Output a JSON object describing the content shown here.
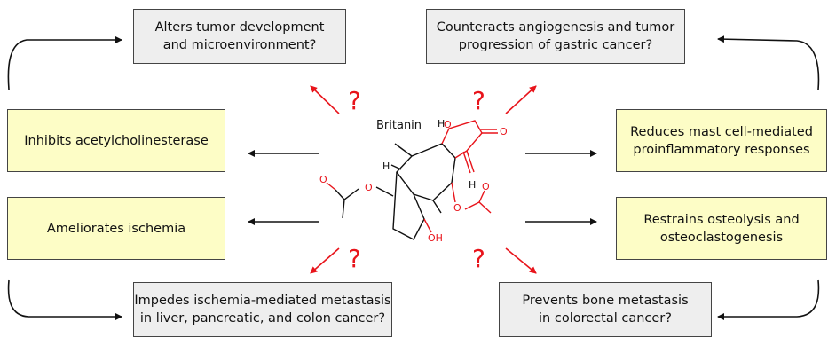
{
  "boxes": {
    "top_left": "Alters tumor development\nand microenvironment?",
    "top_right": "Counteracts angiogenesis and tumor\nprogression of gastric cancer?",
    "mid_left_1": "Inhibits acetylcholinesterase",
    "mid_left_2": "Ameliorates ischemia",
    "mid_right_1": "Reduces mast cell-mediated\nproinflammatory responses",
    "mid_right_2": "Restrains osteolysis and\nosteoclastogenesis",
    "bottom_left": "Impedes ischemia-mediated metastasis\nin liver, pancreatic, and colon cancer?",
    "bottom_right": "Prevents bone metastasis\nin colorectal cancer?"
  },
  "question_mark": "?",
  "molecule": {
    "name": "Britanin",
    "atoms": {
      "oxygen": "O",
      "hydrogen": "H",
      "hydroxyl": "OH"
    }
  },
  "colors": {
    "gray_box": "#eeeeee",
    "yellow_box": "#fdfdc6",
    "red_accent": "#e8141b",
    "black": "#111111"
  }
}
